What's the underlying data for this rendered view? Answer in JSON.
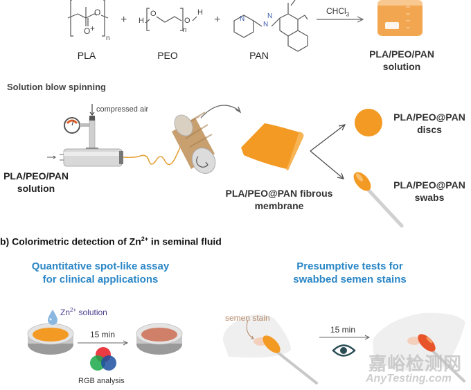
{
  "colors": {
    "orange": "#f39a24",
    "blue_heading": "#2a86c6",
    "dark_text": "#333333",
    "red_swab": "#e8542a",
    "stain": "#f2c9b3",
    "stain_label": "#b58a6a",
    "zn_label": "#4a3f8c"
  },
  "section_a": {
    "reactants": [
      {
        "name": "PLA",
        "subscript": "n"
      },
      {
        "name": "PEO",
        "subscript": "n"
      },
      {
        "name": "PAN"
      }
    ],
    "plus": "+",
    "solvent": "CHCl",
    "solvent_sub": "3",
    "product_line1": "PLA/PEO/PAN",
    "product_line2": "solution",
    "peo_h_left": "H",
    "peo_oh": "O",
    "peo_h_right": "H",
    "pla_o1": "O",
    "pla_o2": "O",
    "pan_n": "N",
    "spinning_title": "Solution blow spinning",
    "compressed_air": "compressed air",
    "input_line1": "PLA/PEO/PAN",
    "input_line2": "solution",
    "membrane_line1": "PLA/PEO@PAN fibrous",
    "membrane_line2": "membrane",
    "discs_line1": "PLA/PEO@PAN",
    "discs_line2": "discs",
    "swabs_line1": "PLA/PEO@PAN",
    "swabs_line2": "swabs"
  },
  "section_b": {
    "title_pre": "b) Colorimetric detection of Zn",
    "title_sup": "2+",
    "title_post": " in seminal fluid",
    "left_heading1": "Quantitative spot-like assay",
    "left_heading2": "for clinical applications",
    "zn_label_pre": "Zn",
    "zn_label_sup": "2+",
    "zn_label_post": " solution",
    "time_left": "15 min",
    "rgb_label": "RGB analysis",
    "right_heading1": "Presumptive tests for",
    "right_heading2": "swabbed semen stains",
    "semen_stain": "semen stain",
    "time_right": "15 min"
  },
  "watermark": {
    "line1": "嘉峪检测网",
    "line2": "AnyTesting.com"
  }
}
